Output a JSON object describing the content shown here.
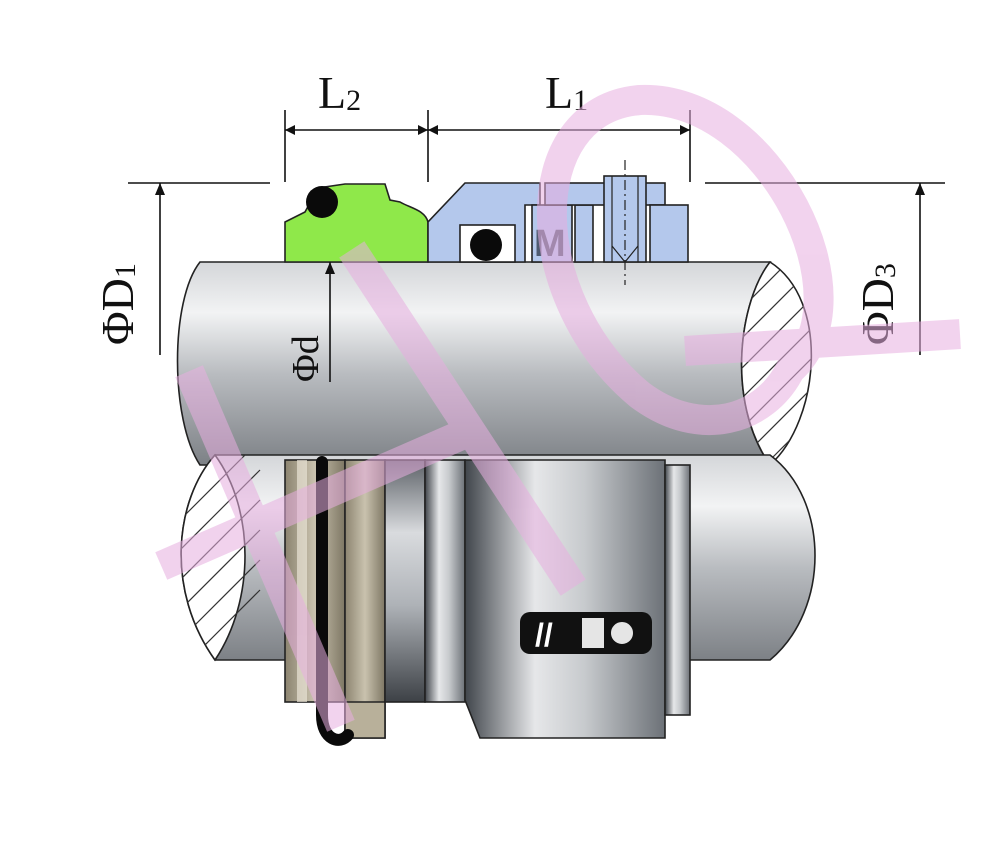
{
  "dimensions": {
    "l2": {
      "base": "L",
      "sub": "2"
    },
    "l1": {
      "base": "L",
      "sub": "1"
    },
    "d1": {
      "base": "ΦD",
      "sub": "1"
    },
    "d3": {
      "base": "ΦD",
      "sub": "3"
    },
    "d": {
      "base": "Φd"
    }
  },
  "colors": {
    "elastomer_ring": "#8fe84a",
    "seal_head": "#b4c8ec",
    "watermark": "#e7aee0",
    "oring": "#0a0a0a"
  },
  "components": {
    "spring_glyph": "M",
    "drive_slot_glyph": "//"
  }
}
